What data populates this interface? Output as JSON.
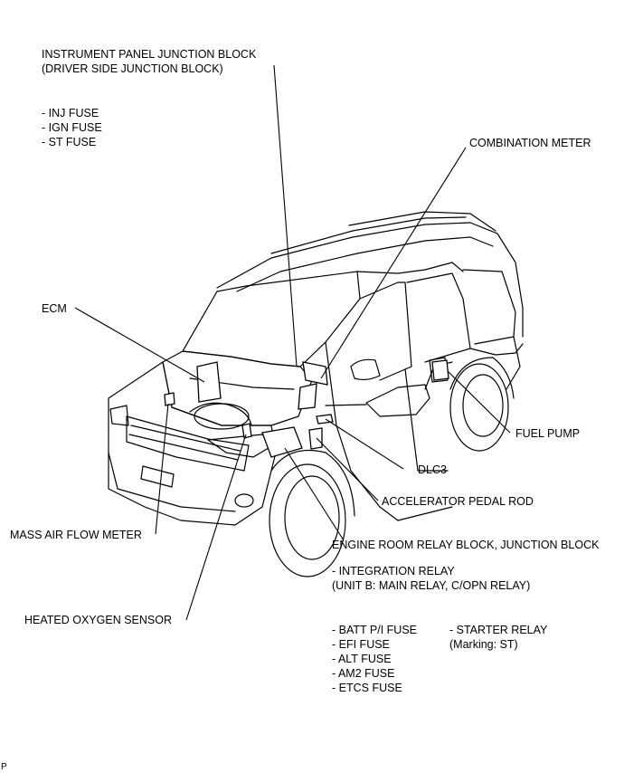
{
  "labels": {
    "ipjb_line1": "INSTRUMENT PANEL JUNCTION BLOCK",
    "ipjb_line2": "(DRIVER SIDE JUNCTION BLOCK)",
    "ipjb_fuses": [
      "- INJ FUSE",
      "- IGN FUSE",
      "- ST FUSE"
    ],
    "combination_meter": "COMBINATION METER",
    "ecm": "ECM",
    "fuel_pump": "FUEL PUMP",
    "dlc3": "DLC3",
    "accelerator_pedal_rod": "ACCELERATOR PEDAL ROD",
    "mass_air_flow_meter": "MASS AIR FLOW METER",
    "engine_room_block": "ENGINE ROOM RELAY BLOCK, JUNCTION BLOCK",
    "integration_relay": "- INTEGRATION RELAY",
    "integration_relay_detail": "(UNIT B: MAIN RELAY, C/OPN RELAY)",
    "heated_oxygen_sensor": "HEATED OXYGEN SENSOR",
    "engine_room_fuses": [
      "- BATT P/I FUSE",
      "- EFI FUSE",
      "- ALT FUSE",
      "- AM2 FUSE",
      "- ETCS FUSE"
    ],
    "starter_relay": "- STARTER RELAY",
    "starter_relay_marking": "(Marking: ST)",
    "corner_mark": "P"
  }
}
